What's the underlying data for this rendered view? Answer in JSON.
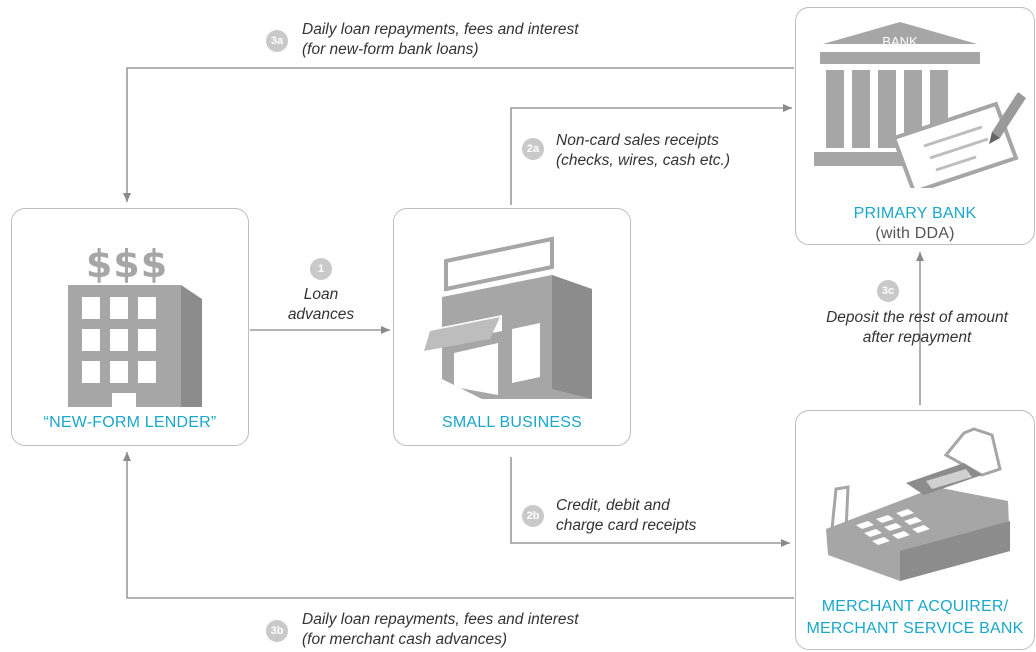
{
  "entities": {
    "lender": {
      "label": "“NEW-FORM LENDER”"
    },
    "small_business": {
      "label": "SMALL BUSINESS"
    },
    "primary_bank": {
      "label": "PRIMARY BANK",
      "sublabel": "(with DDA)",
      "sign": "BANK"
    },
    "merchant": {
      "line1": "MERCHANT ACQUIRER/",
      "line2": "MERCHANT SERVICE BANK"
    },
    "dollar_signs": "$$$"
  },
  "flows": {
    "f1": {
      "badge": "1",
      "line1": "Loan",
      "line2": "advances"
    },
    "f2a": {
      "badge": "2a",
      "line1": "Non-card sales receipts",
      "line2": "(checks, wires, cash etc.)"
    },
    "f2b": {
      "badge": "2b",
      "line1": "Credit, debit and",
      "line2": "charge card receipts"
    },
    "f3a": {
      "badge": "3a",
      "line1": "Daily loan repayments, fees and interest",
      "line2": "(for new-form bank loans)"
    },
    "f3b": {
      "badge": "3b",
      "line1": "Daily loan repayments, fees and interest",
      "line2": "(for merchant cash advances)"
    },
    "f3c": {
      "badge": "3c",
      "line1": "Deposit the rest of amount",
      "line2": "after repayment"
    }
  },
  "colors": {
    "accent": "#1aa7c9",
    "icon_gray": "#a6a6a6",
    "line_gray": "#9a9a9a",
    "badge_gray": "#c9c9c9"
  }
}
